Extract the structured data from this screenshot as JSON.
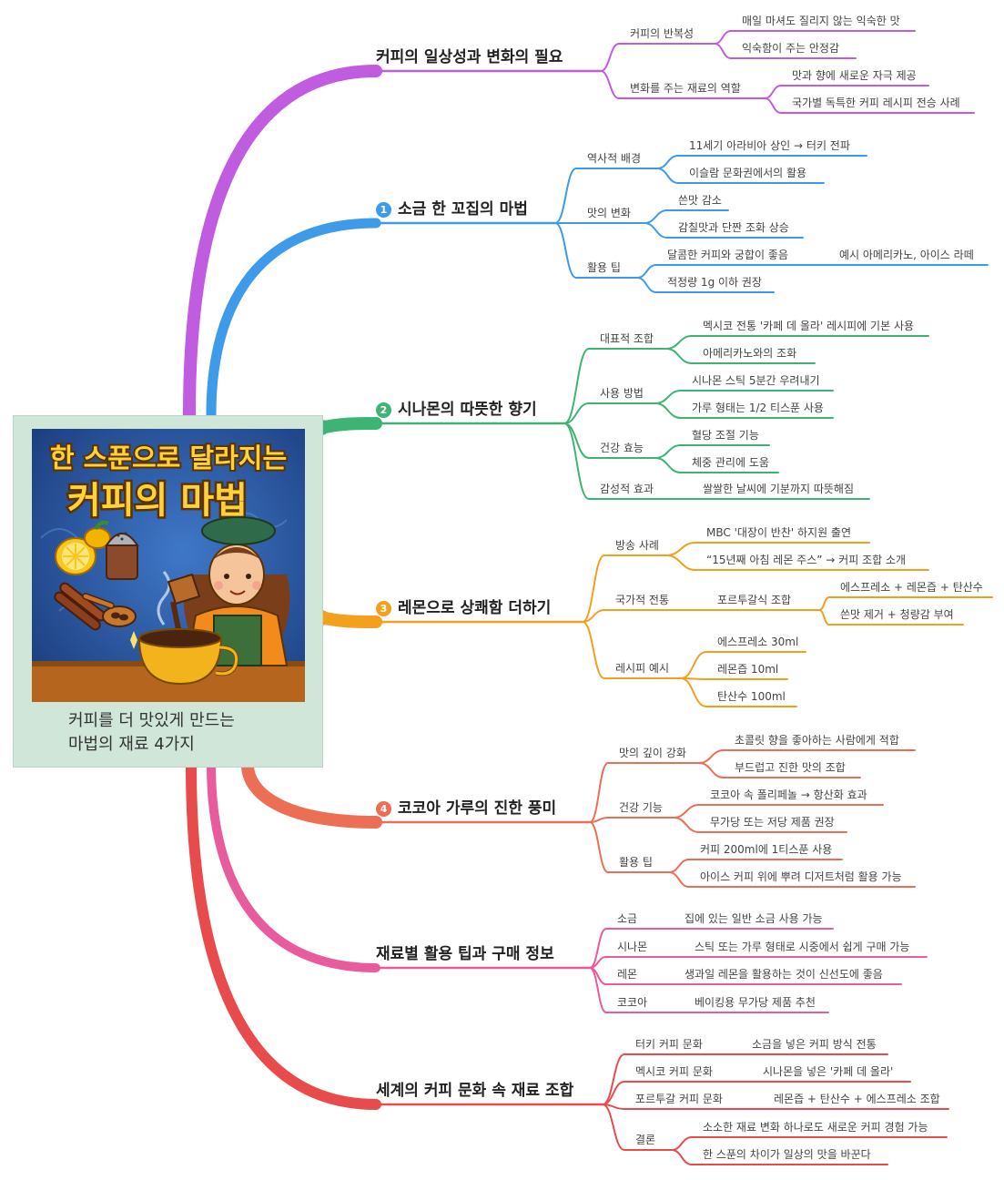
{
  "center": {
    "poster_title_line1": "한 스푼으로 달라지는",
    "poster_title_line2": "커피의 마법",
    "caption": "커피를 더 맛있게 만드는\n마법의 재료 4가지"
  },
  "colors": {
    "purple": "#c05ce0",
    "blue": "#3d9be9",
    "green": "#3fb373",
    "orange": "#f2a01e",
    "coral": "#ec6f55",
    "pink": "#e85b9c",
    "red": "#e84b4b",
    "center_bg": "#cfe6d8",
    "poster_bg": "#2f5fae",
    "poster_title": "#ffd23a"
  },
  "branches": [
    {
      "title": "커피의 일상성과 변화의 필요",
      "children": [
        {
          "label": "커피의 반복성",
          "children": [
            {
              "label": "매일 마셔도 질리지 않는 익숙한 맛"
            },
            {
              "label": "익숙함이 주는 안정감"
            }
          ]
        },
        {
          "label": "변화를 주는 재료의 역할",
          "children": [
            {
              "label": "맛과 향에 새로운 자극 제공"
            },
            {
              "label": "국가별 독특한 커피 레시피 전승 사례"
            }
          ]
        }
      ]
    },
    {
      "bullet": "1",
      "title": "소금 한 꼬집의 마법",
      "children": [
        {
          "label": "역사적 배경",
          "children": [
            {
              "label": "11세기 아라비아 상인 → 터키 전파"
            },
            {
              "label": "이슬람 문화권에서의 활용"
            }
          ]
        },
        {
          "label": "맛의 변화",
          "children": [
            {
              "label": "쓴맛 감소"
            },
            {
              "label": "감칠맛과 단짠 조화 상승"
            }
          ]
        },
        {
          "label": "활용 팁",
          "children": [
            {
              "label": "달콤한 커피와 궁합이 좋음",
              "children": [
                {
                  "label": "예시 아메리카노, 아이스 라떼"
                }
              ]
            },
            {
              "label": "적정량 1g 이하 권장"
            }
          ]
        }
      ]
    },
    {
      "bullet": "2",
      "title": "시나몬의 따뜻한 향기",
      "children": [
        {
          "label": "대표적 조합",
          "children": [
            {
              "label": "멕시코 전통 '카페 데 올라' 레시피에 기본 사용"
            },
            {
              "label": "아메리카노와의 조화"
            }
          ]
        },
        {
          "label": "사용 방법",
          "children": [
            {
              "label": "시나몬 스틱 5분간 우려내기"
            },
            {
              "label": "가루 형태는 1/2 티스푼 사용"
            }
          ]
        },
        {
          "label": "건강 효능",
          "children": [
            {
              "label": "혈당 조절 기능"
            },
            {
              "label": "체중 관리에 도움"
            }
          ]
        },
        {
          "label": "감성적 효과",
          "children": [
            {
              "label": "쌀쌀한 날씨에 기분까지 따뜻해짐"
            }
          ]
        }
      ]
    },
    {
      "bullet": "3",
      "title": "레몬으로 상쾌함 더하기",
      "children": [
        {
          "label": "방송 사례",
          "children": [
            {
              "label": "MBC '대장이 반찬' 하지원 출연"
            },
            {
              "label": "“15년째 아침 레몬 주스” → 커피 조합 소개"
            }
          ]
        },
        {
          "label": "국가적 전통",
          "children": [
            {
              "label": "포르투갈식 조합",
              "children": [
                {
                  "label": "에스프레소 + 레몬즙 + 탄산수"
                },
                {
                  "label": "쓴맛 제거 + 청량감 부여"
                }
              ]
            }
          ]
        },
        {
          "label": "레시피 예시",
          "children": [
            {
              "label": "에스프레소 30ml"
            },
            {
              "label": "레몬즙 10ml"
            },
            {
              "label": "탄산수 100ml"
            }
          ]
        }
      ]
    },
    {
      "bullet": "4",
      "title": "코코아 가루의 진한 풍미",
      "children": [
        {
          "label": "맛의 깊이 강화",
          "children": [
            {
              "label": "초콜릿 향을 좋아하는 사람에게 적합"
            },
            {
              "label": "부드럽고 진한 맛의 조합"
            }
          ]
        },
        {
          "label": "건강 기능",
          "children": [
            {
              "label": "코코아 속 폴리페놀 → 항산화 효과"
            },
            {
              "label": "무가당 또는 저당 제품 권장"
            }
          ]
        },
        {
          "label": "활용 팁",
          "children": [
            {
              "label": "커피 200ml에 1티스푼 사용"
            },
            {
              "label": "아이스 커피 위에 뿌려 디저트처럼 활용 가능"
            }
          ]
        }
      ]
    },
    {
      "title": "재료별 활용 팁과 구매 정보",
      "children": [
        {
          "label": "소금",
          "children": [
            {
              "label": "집에 있는 일반 소금 사용 가능"
            }
          ]
        },
        {
          "label": "시나몬",
          "children": [
            {
              "label": "스틱 또는 가루 형태로 시중에서 쉽게 구매 가능"
            }
          ]
        },
        {
          "label": "레몬",
          "children": [
            {
              "label": "생과일 레몬을 활용하는 것이 신선도에 좋음"
            }
          ]
        },
        {
          "label": "코코아",
          "children": [
            {
              "label": "베이킹용 무가당 제품 추천"
            }
          ]
        }
      ]
    },
    {
      "title": "세계의 커피 문화 속 재료 조합",
      "children": [
        {
          "label": "터키 커피 문화",
          "children": [
            {
              "label": "소금을 넣은 커피 방식 전통"
            }
          ]
        },
        {
          "label": "멕시코 커피 문화",
          "children": [
            {
              "label": "시나몬을 넣은 '카페 데 올라'"
            }
          ]
        },
        {
          "label": "포르투갈 커피 문화",
          "children": [
            {
              "label": "레몬즙 + 탄산수 + 에스프레소 조합"
            }
          ]
        },
        {
          "label": "결론",
          "children": [
            {
              "label": "소소한 재료 변화 하나로도 새로운 커피 경험 가능"
            },
            {
              "label": "한 스푼의 차이가 일상의 맛을 바꾼다"
            }
          ]
        }
      ]
    }
  ]
}
